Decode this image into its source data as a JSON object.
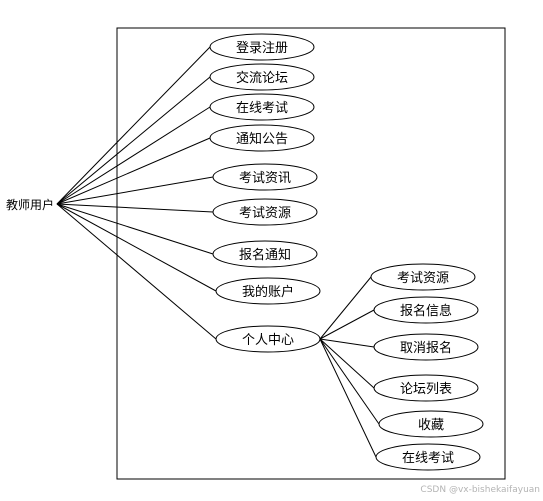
{
  "actor": {
    "label": "教师用户"
  },
  "main_use_cases": [
    {
      "id": "login",
      "label": "登录注册"
    },
    {
      "id": "forum",
      "label": "交流论坛"
    },
    {
      "id": "exam",
      "label": "在线考试"
    },
    {
      "id": "notice",
      "label": "通知公告"
    },
    {
      "id": "exam-news",
      "label": "考试资讯"
    },
    {
      "id": "exam-resources",
      "label": "考试资源"
    },
    {
      "id": "registration-notice",
      "label": "报名通知"
    },
    {
      "id": "my-account",
      "label": "我的账户"
    },
    {
      "id": "personal-center",
      "label": "个人中心"
    }
  ],
  "personal_center_use_cases": [
    {
      "id": "pc-exam-resources",
      "label": "考试资源"
    },
    {
      "id": "pc-registration-info",
      "label": "报名信息"
    },
    {
      "id": "pc-cancel-registration",
      "label": "取消报名"
    },
    {
      "id": "pc-forum-list",
      "label": "论坛列表"
    },
    {
      "id": "pc-favorites",
      "label": "收藏"
    },
    {
      "id": "pc-online-exam",
      "label": "在线考试"
    }
  ],
  "watermark": "CSDN @vx-bishekaifayuan",
  "colors": {
    "line": "#000000",
    "background": "#ffffff",
    "watermark": "#b4b4b4"
  }
}
